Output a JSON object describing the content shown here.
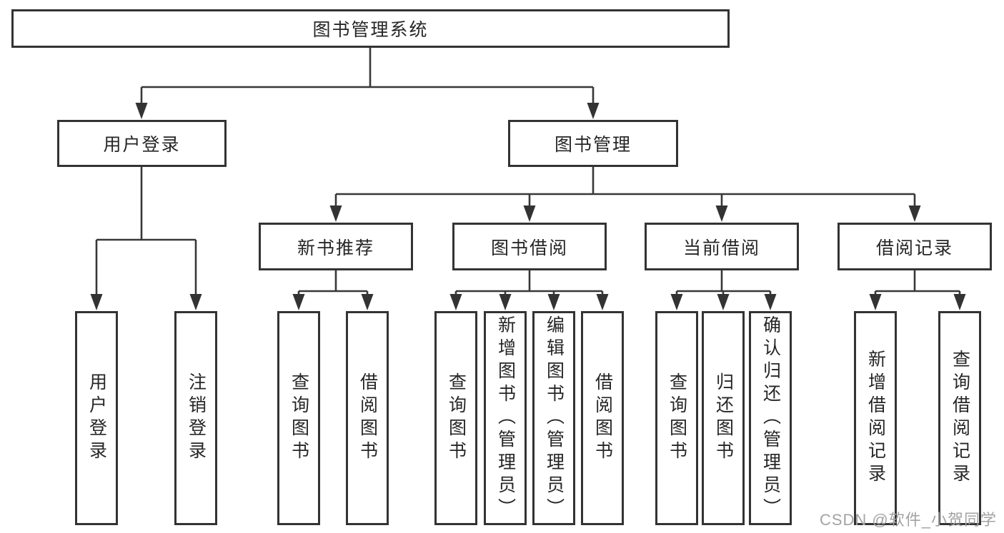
{
  "diagram": {
    "root": {
      "label": "图书管理系统"
    },
    "level2": [
      {
        "label": "用户登录"
      },
      {
        "label": "图书管理"
      }
    ],
    "level3": [
      {
        "label": "新书推荐",
        "parent": "图书管理"
      },
      {
        "label": "图书借阅",
        "parent": "图书管理"
      },
      {
        "label": "当前借阅",
        "parent": "图书管理"
      },
      {
        "label": "借阅记录",
        "parent": "图书管理"
      }
    ],
    "leaves": [
      {
        "label": "用户登录",
        "parent": "用户登录"
      },
      {
        "label": "注销登录",
        "parent": "用户登录"
      },
      {
        "label": "查询图书",
        "parent": "新书推荐"
      },
      {
        "label": "借阅图书",
        "parent": "新书推荐"
      },
      {
        "label": "查询图书",
        "parent": "图书借阅"
      },
      {
        "label": "新增图书（管理员）",
        "parent": "图书借阅"
      },
      {
        "label": "编辑图书（管理员）",
        "parent": "图书借阅"
      },
      {
        "label": "借阅图书",
        "parent": "图书借阅"
      },
      {
        "label": "查询图书",
        "parent": "当前借阅"
      },
      {
        "label": "归还图书",
        "parent": "当前借阅"
      },
      {
        "label": "确认归还（管理员）",
        "parent": "当前借阅"
      },
      {
        "label": "新增借阅记录",
        "parent": "借阅记录"
      },
      {
        "label": "查询借阅记录",
        "parent": "借阅记录"
      }
    ]
  },
  "watermark": "CSDN @软件_小贺同学",
  "colors": {
    "line": "#383838",
    "box_border": "#333333",
    "box_fill": "#ffffff",
    "text": "#262626",
    "watermark": "#a3a3a3",
    "background": "#ffffff"
  }
}
